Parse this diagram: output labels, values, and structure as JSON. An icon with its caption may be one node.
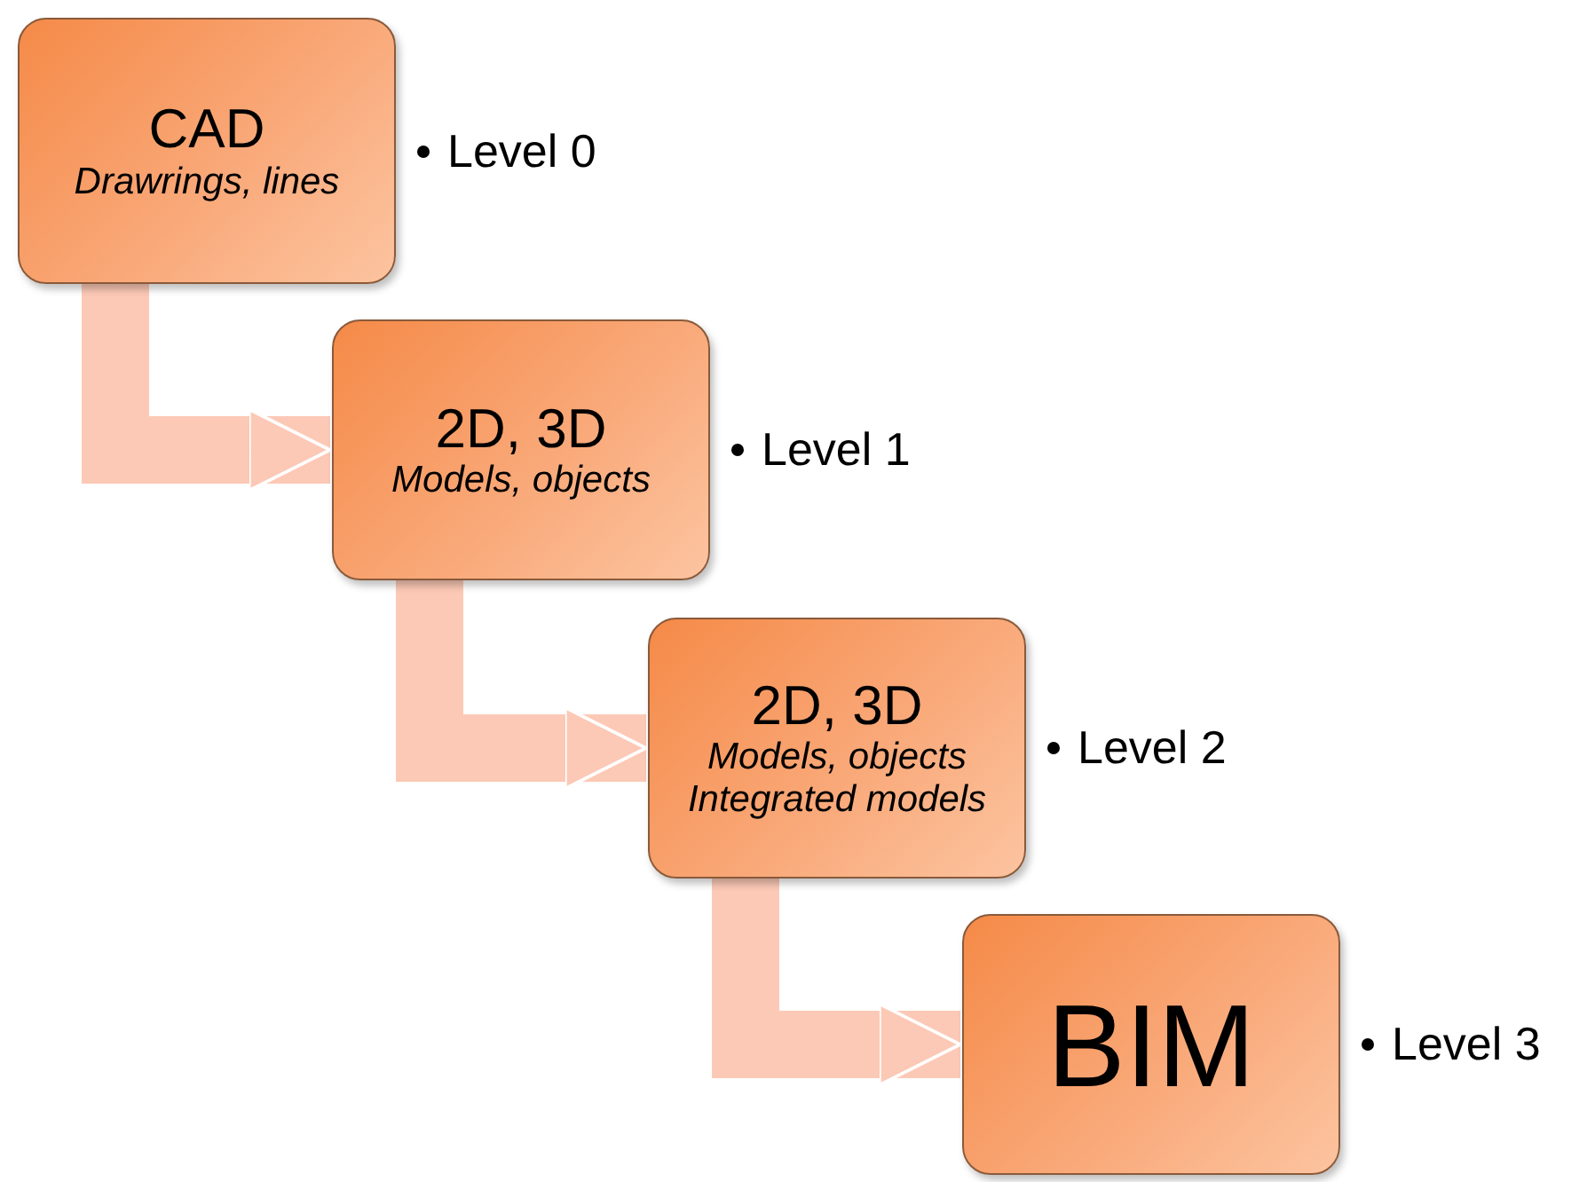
{
  "diagram": {
    "nodes": [
      {
        "text": [
          "CAD",
          "Drawrings, lines"
        ],
        "beside": [
          "Level 0"
        ]
      },
      {
        "text": [
          "2D, 3D",
          "Models, objects"
        ],
        "beside": [
          "Level 1"
        ]
      },
      {
        "text": [
          "2D, 3D",
          "Models, objects",
          "Integrated models"
        ],
        "beside": [
          "Level 2"
        ]
      },
      {
        "text": [
          "BIM"
        ],
        "beside": [
          "Level 3"
        ]
      }
    ],
    "edges": [
      {
        "from": 0,
        "to": 1,
        "arrow": "to"
      },
      {
        "from": 1,
        "to": 2,
        "arrow": "to"
      },
      {
        "from": 2,
        "to": 3,
        "arrow": "to"
      }
    ]
  }
}
